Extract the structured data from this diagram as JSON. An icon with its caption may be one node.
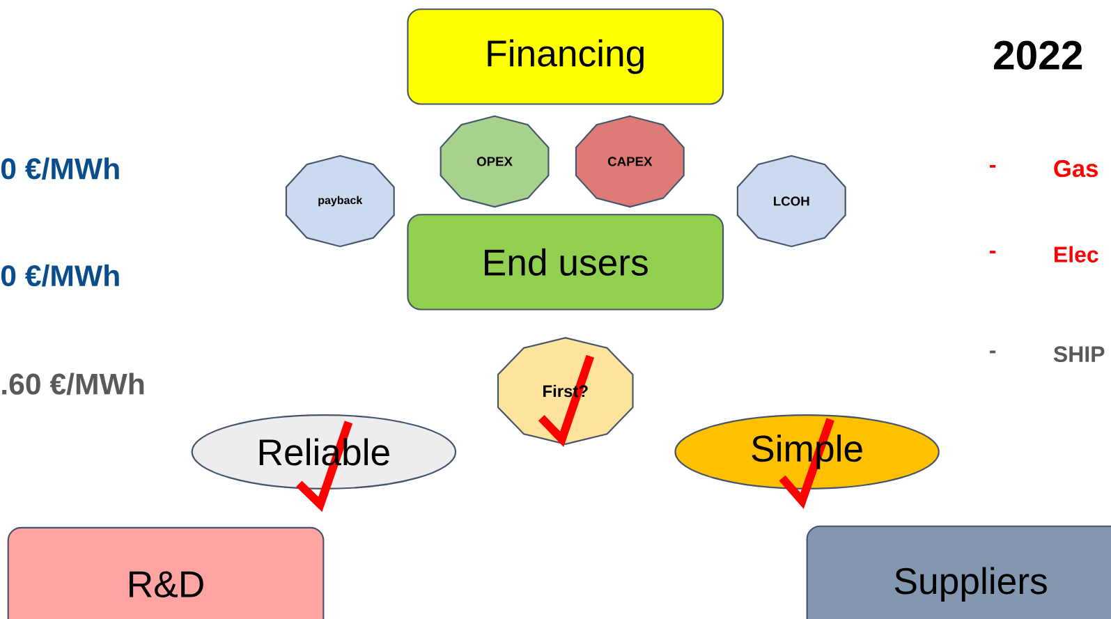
{
  "diagram": {
    "nodes": [
      {
        "text": [
          "Financing"
        ]
      },
      {
        "text": [
          "OPEX"
        ]
      },
      {
        "text": [
          "CAPEX"
        ]
      },
      {
        "text": [
          "payback"
        ]
      },
      {
        "text": [
          "LCOH"
        ]
      },
      {
        "text": [
          "End users"
        ]
      },
      {
        "text": [
          "First?"
        ]
      },
      {
        "text": [
          "Reliable"
        ]
      },
      {
        "text": [
          "Simple"
        ]
      },
      {
        "text": [
          "R&D"
        ]
      },
      {
        "text": [
          "Suppliers"
        ]
      }
    ],
    "labels": [
      "2022",
      "0 €/MWh",
      "-",
      "Gas",
      "-",
      "Elec",
      "0 €/MWh",
      "-",
      "SHIP",
      ".60 €/MWh"
    ]
  }
}
